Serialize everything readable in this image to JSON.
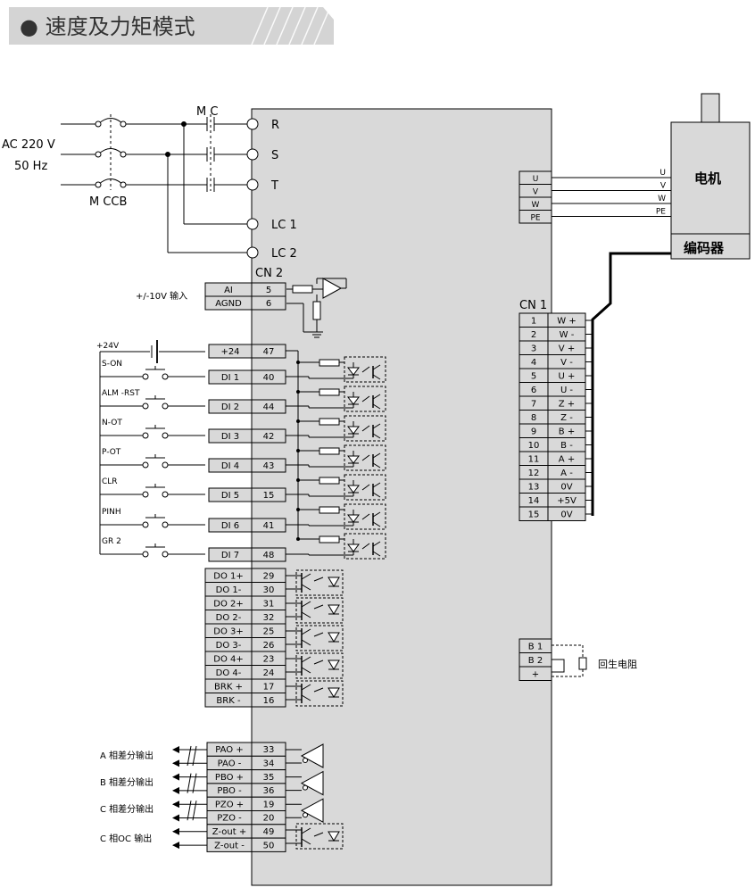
{
  "header": {
    "title": "● 速度及力矩模式"
  },
  "power": {
    "supply_line1": "AC 220 V",
    "supply_line2": "50 Hz",
    "breaker": "M CCB",
    "contactor": "M C",
    "terminals": [
      "R",
      "S",
      "T",
      "LC 1",
      "LC 2"
    ]
  },
  "cn2": {
    "label": "CN 2",
    "analog_label": "+/-10V 输入",
    "analog": [
      {
        "name": "AI",
        "pin": "5"
      },
      {
        "name": "AGND",
        "pin": "6"
      }
    ],
    "supply_label": "+24V",
    "switches": [
      "S-ON",
      "ALM -RST",
      "N-OT",
      "P-OT",
      "CLR",
      "PINH",
      "GR 2"
    ],
    "inputs": [
      {
        "name": "+24",
        "pin": "47"
      },
      {
        "name": "DI 1",
        "pin": "40"
      },
      {
        "name": "DI 2",
        "pin": "44"
      },
      {
        "name": "DI 3",
        "pin": "42"
      },
      {
        "name": "DI 4",
        "pin": "43"
      },
      {
        "name": "DI 5",
        "pin": "15"
      },
      {
        "name": "DI 6",
        "pin": "41"
      },
      {
        "name": "DI 7",
        "pin": "48"
      }
    ],
    "outputs": [
      {
        "name": "DO 1+",
        "pin": "29"
      },
      {
        "name": "DO 1-",
        "pin": "30"
      },
      {
        "name": "DO 2+",
        "pin": "31"
      },
      {
        "name": "DO 2-",
        "pin": "32"
      },
      {
        "name": "DO 3+",
        "pin": "25"
      },
      {
        "name": "DO 3-",
        "pin": "26"
      },
      {
        "name": "DO 4+",
        "pin": "23"
      },
      {
        "name": "DO 4-",
        "pin": "24"
      },
      {
        "name": "BRK +",
        "pin": "17"
      },
      {
        "name": "BRK -",
        "pin": "16"
      }
    ],
    "pulse": [
      {
        "name": "PAO +",
        "pin": "33"
      },
      {
        "name": "PAO -",
        "pin": "34"
      },
      {
        "name": "PBO +",
        "pin": "35"
      },
      {
        "name": "PBO -",
        "pin": "36"
      },
      {
        "name": "PZO +",
        "pin": "19"
      },
      {
        "name": "PZO -",
        "pin": "20"
      },
      {
        "name": "Z-out +",
        "pin": "49"
      },
      {
        "name": "Z-out -",
        "pin": "50"
      }
    ],
    "pulse_labels": [
      "A 相差分输出",
      "B 相差分输出",
      "C 相差分输出",
      "C 相OC 输出"
    ]
  },
  "motor": {
    "motor_label": "电机",
    "encoder_label": "编码器",
    "drive_terminals": [
      "U",
      "V",
      "W",
      "PE"
    ],
    "wire_labels": [
      "U",
      "V",
      "W",
      "PE"
    ]
  },
  "cn1": {
    "label": "CN 1",
    "rows": [
      {
        "pin": "1",
        "signal": "W +"
      },
      {
        "pin": "2",
        "signal": "W -"
      },
      {
        "pin": "3",
        "signal": "V +"
      },
      {
        "pin": "4",
        "signal": "V -"
      },
      {
        "pin": "5",
        "signal": "U +"
      },
      {
        "pin": "6",
        "signal": "U -"
      },
      {
        "pin": "7",
        "signal": "Z +"
      },
      {
        "pin": "8",
        "signal": "Z -"
      },
      {
        "pin": "9",
        "signal": "B +"
      },
      {
        "pin": "10",
        "signal": "B -"
      },
      {
        "pin": "11",
        "signal": "A +"
      },
      {
        "pin": "12",
        "signal": "A -"
      },
      {
        "pin": "13",
        "signal": "0V"
      },
      {
        "pin": "14",
        "signal": "+5V"
      },
      {
        "pin": "15",
        "signal": "0V"
      }
    ]
  },
  "regen": {
    "terminals": [
      "B 1",
      "B 2",
      "+"
    ],
    "label": "回生电阻"
  }
}
